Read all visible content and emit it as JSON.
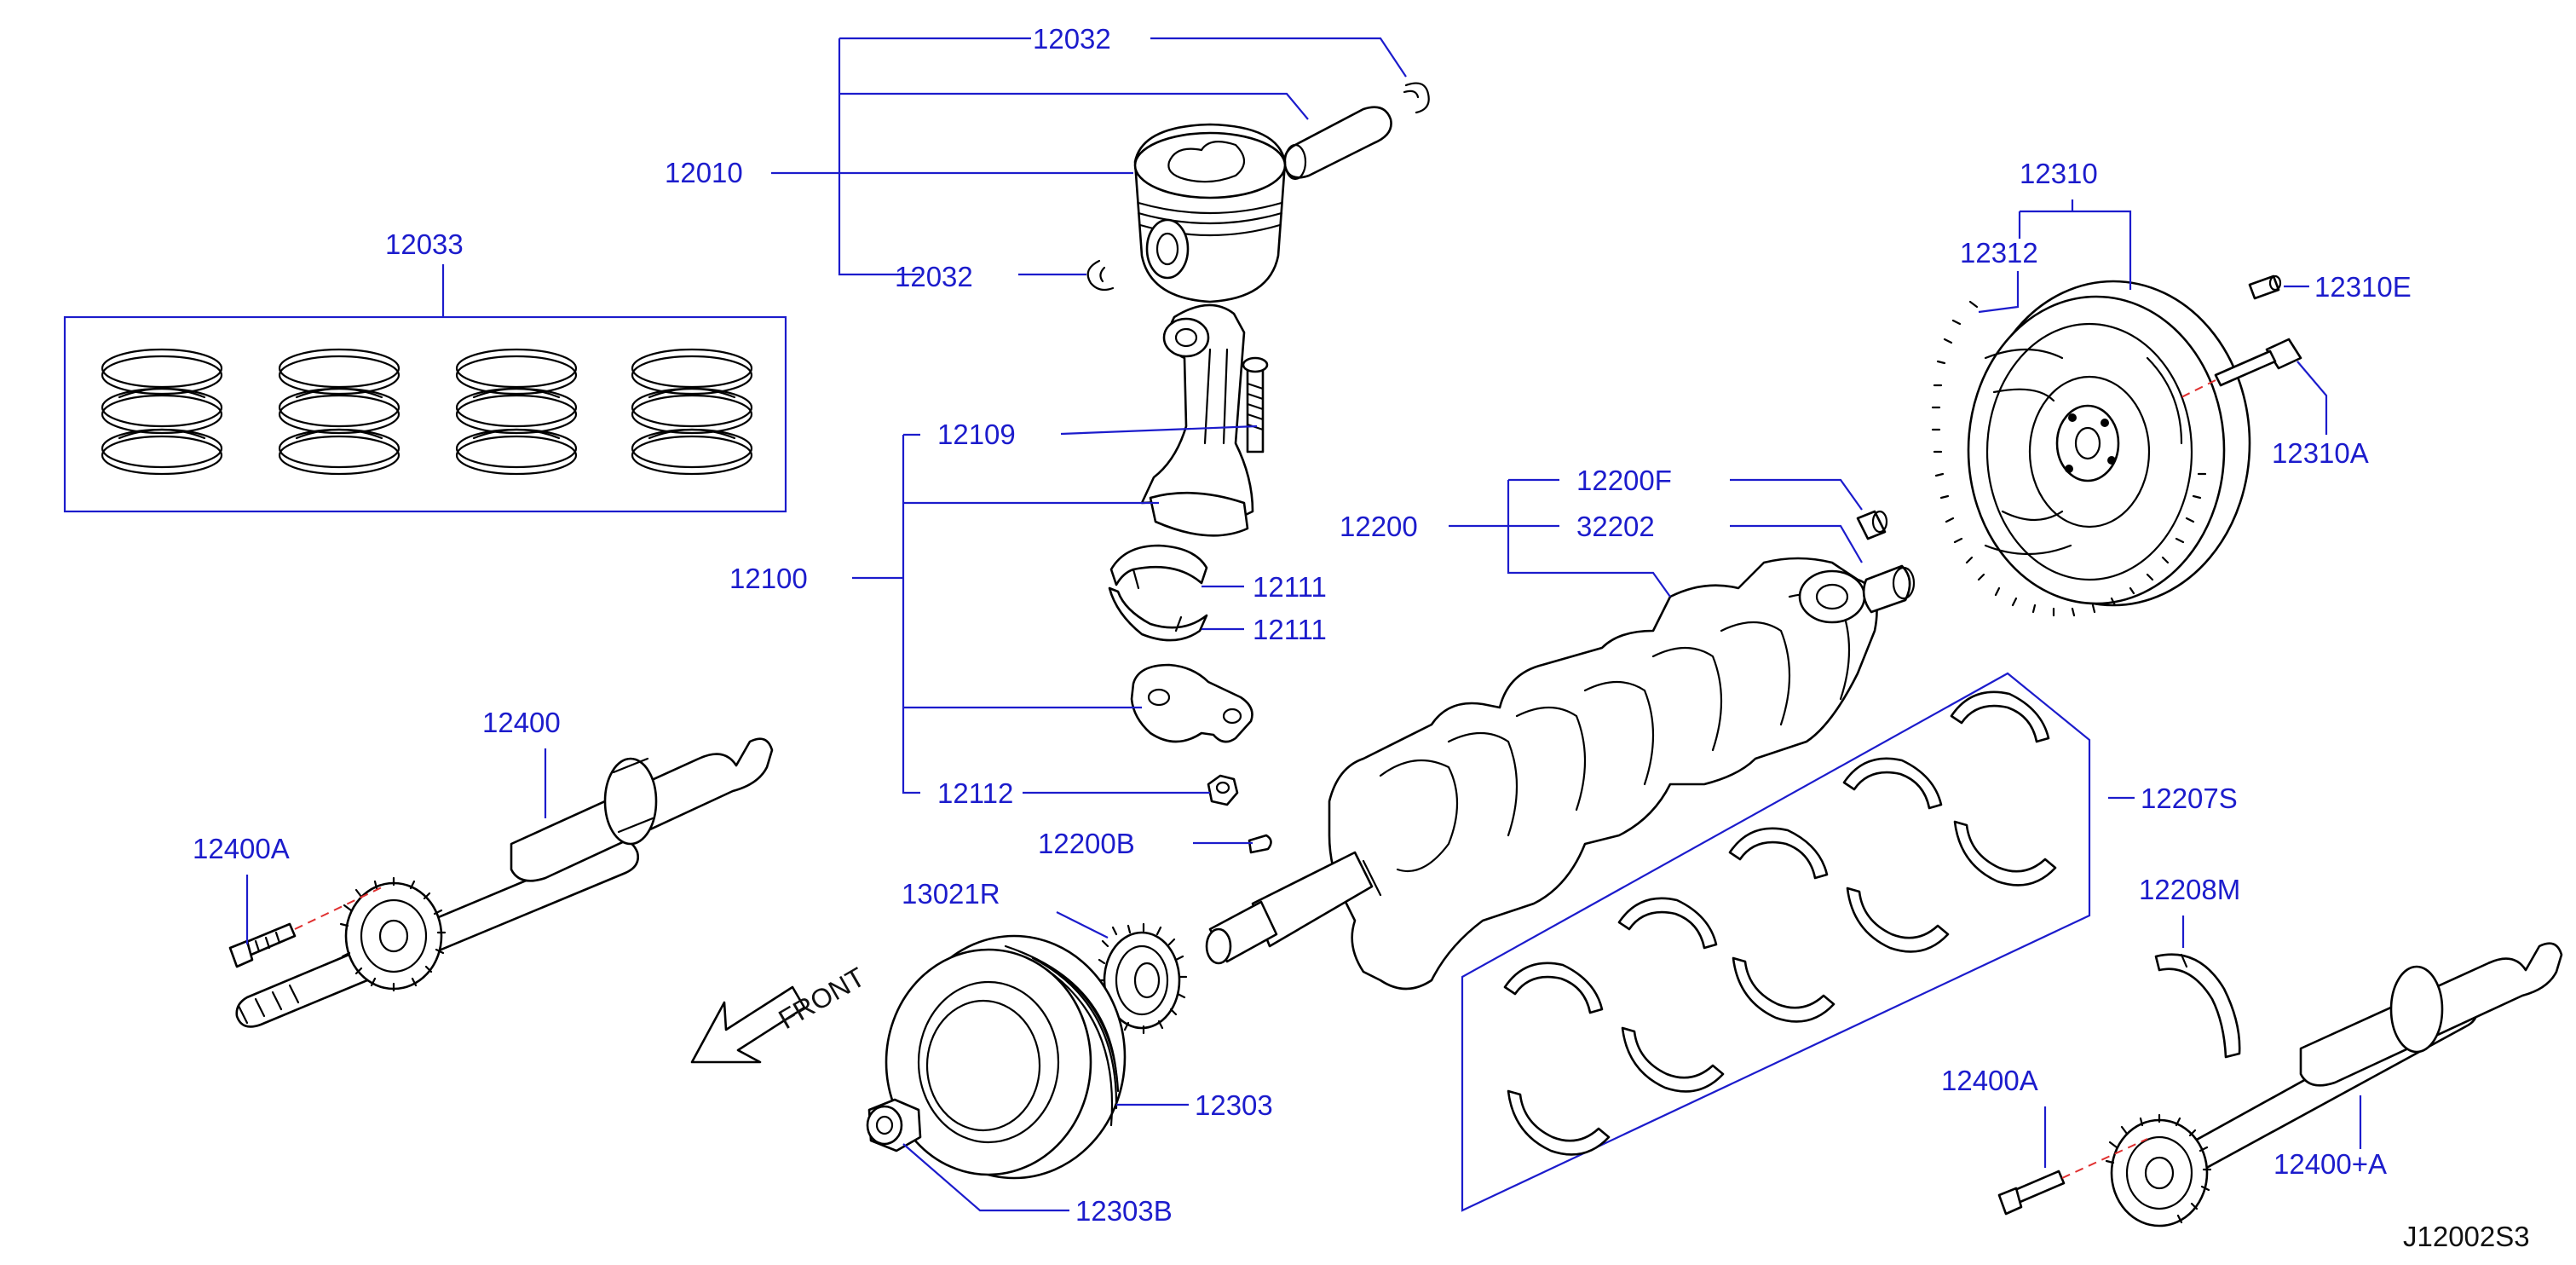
{
  "labels": {
    "p12032_top": "12032",
    "p12010": "12010",
    "p12032_bottom": "12032",
    "p12033": "12033",
    "p12109": "12109",
    "p12100": "12100",
    "p12111_a": "12111",
    "p12111_b": "12111",
    "p12112": "12112",
    "p12200": "12200",
    "p12200F": "12200F",
    "p32202": "32202",
    "p12200B": "12200B",
    "p12310": "12310",
    "p12312": "12312",
    "p12310E": "12310E",
    "p12310A": "12310A",
    "p12400": "12400",
    "p12400A_left": "12400A",
    "p13021R": "13021R",
    "p12303": "12303",
    "p12303B": "12303B",
    "p12207S": "12207S",
    "p12208M": "12208M",
    "p12400A_right": "12400A",
    "p12400_plus_A": "12400+A"
  },
  "front_label": "FRONT",
  "diagram_code": "J12002S3",
  "colors": {
    "label": "#1c1ccc",
    "part_outline": "#000000",
    "alignment_dash": "#e03030",
    "background": "#ffffff"
  }
}
